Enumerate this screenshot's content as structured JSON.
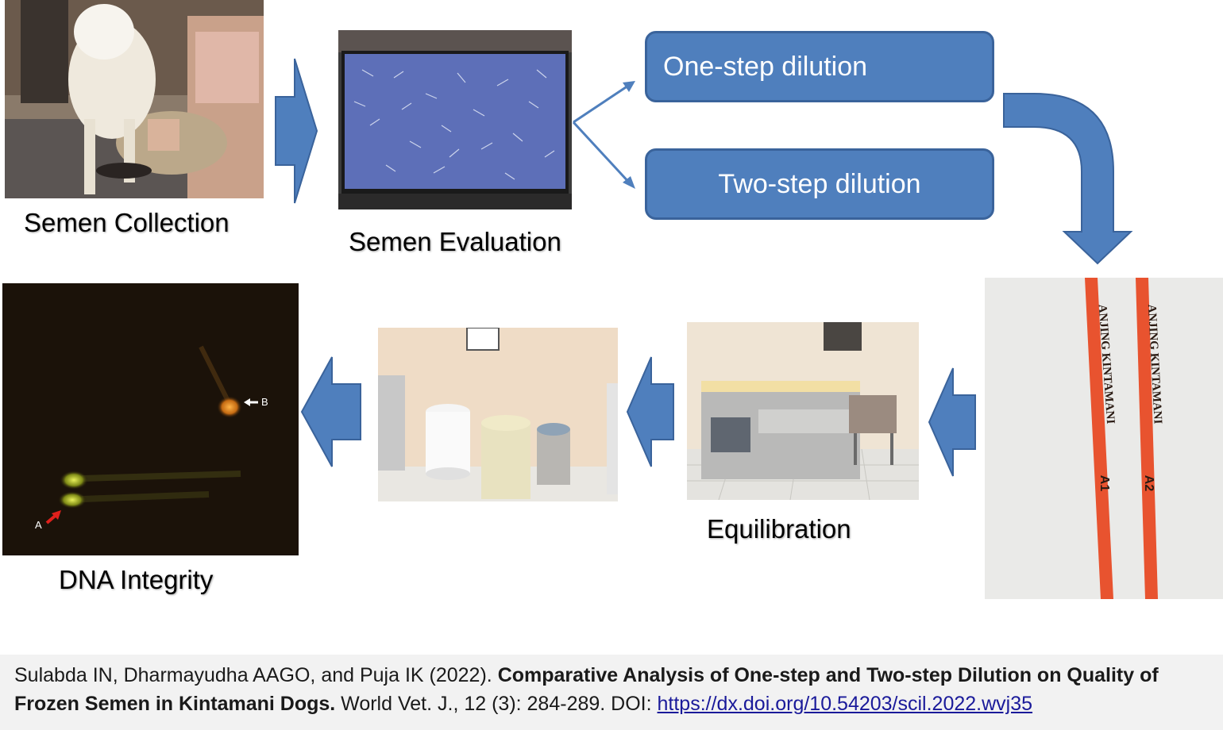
{
  "steps": {
    "collection": "Semen Collection",
    "evaluation": "Semen Evaluation",
    "one_step": "One-step dilution",
    "two_step": "Two-step dilution",
    "equilibration": "Equilibration",
    "dna": "DNA Integrity"
  },
  "straws": {
    "label": "ANJING KINTAMANI",
    "codes": [
      "A1",
      "A2"
    ]
  },
  "dna_markers": {
    "a": "A",
    "b": "B"
  },
  "citation": {
    "authors": "Sulabda IN, Dharmayudha AAGO, and Puja IK (2022). ",
    "title_part1": "Comparative Analysis of One-step and Two-step Dilution on Quality of",
    "title_part2": "Frozen Semen in Kintamani Dogs.",
    "journal": " World Vet. J., 12 (3): 284-289. DOI: ",
    "doi": "https://dx.doi.org/10.54203/scil.2022.wvj35"
  },
  "colors": {
    "arrow": "#4f7fbd",
    "arrow_border": "#3a639b",
    "straw": "#e8532f"
  }
}
